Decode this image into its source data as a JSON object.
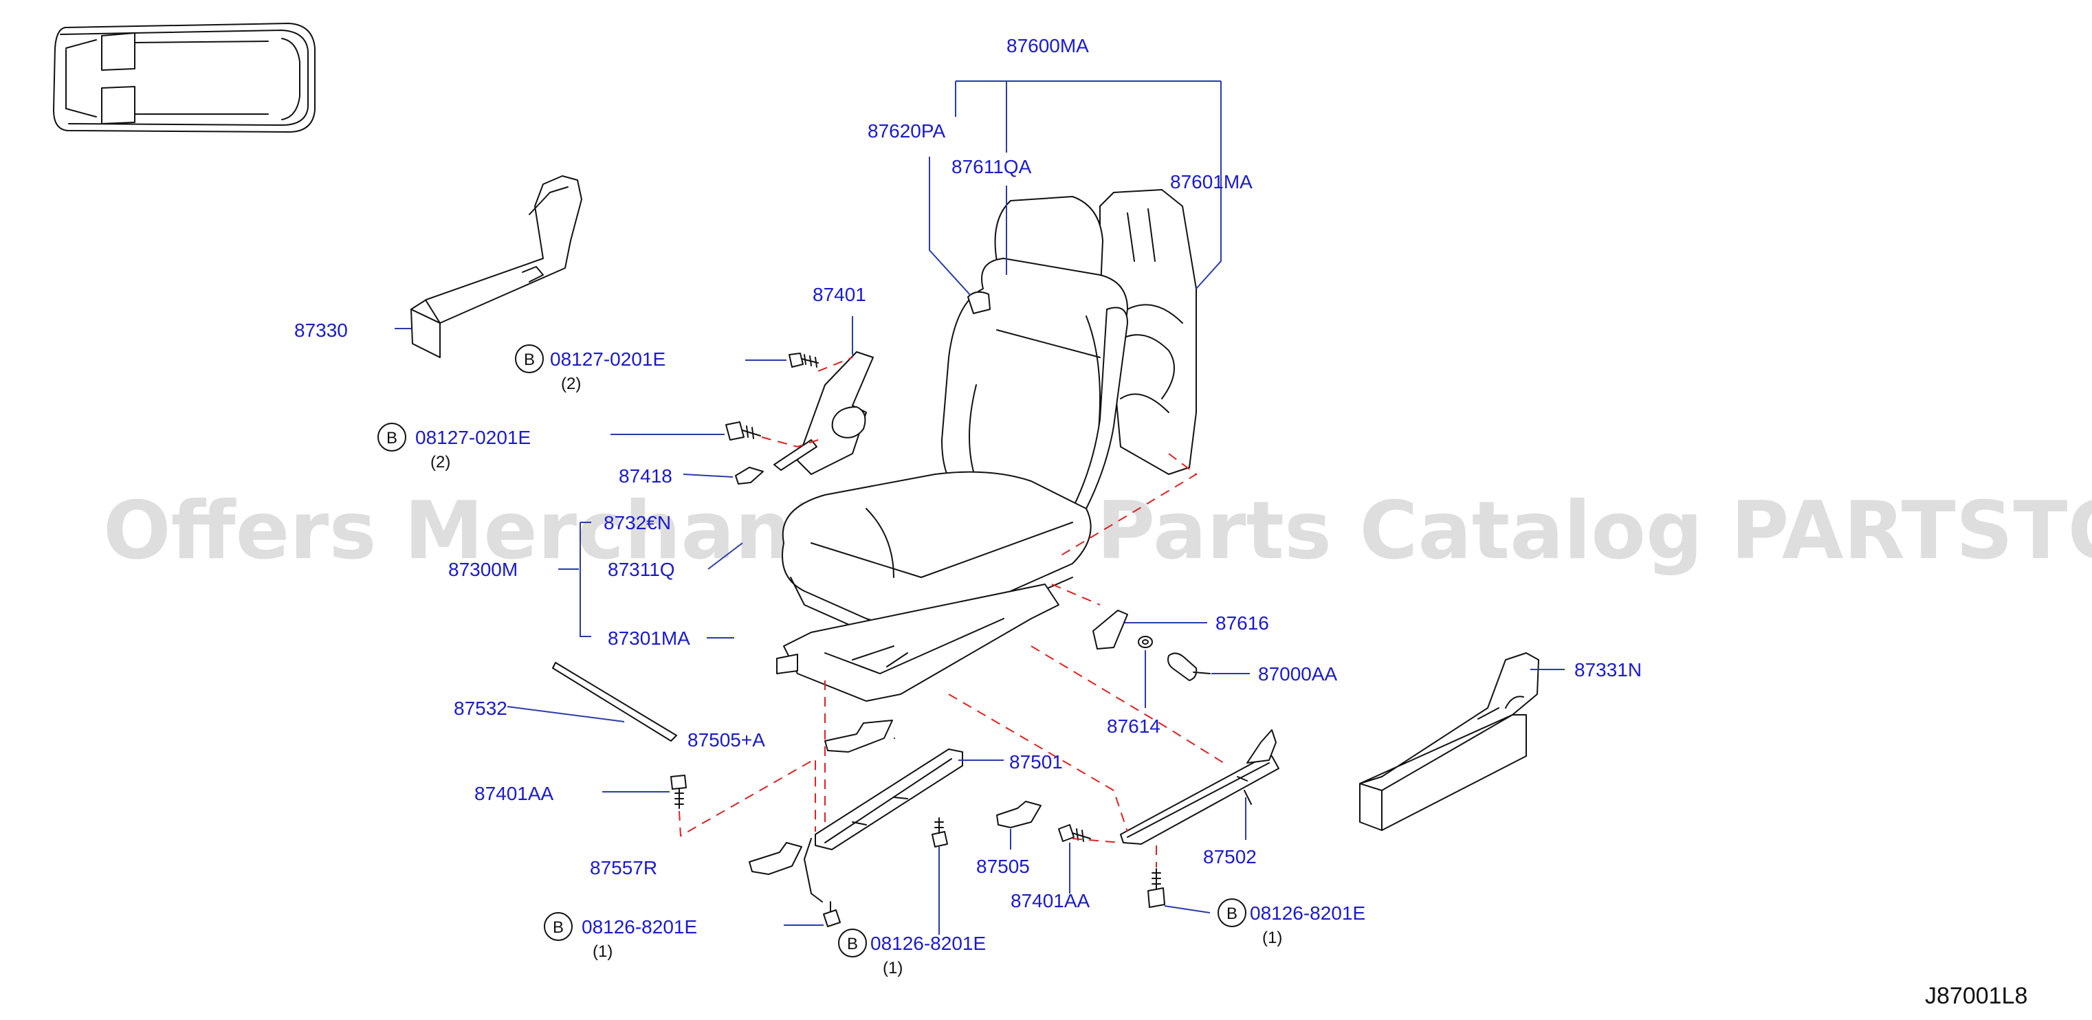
{
  "diagram_code": "J87001L8",
  "watermark": "Offers Merchant Auto Parts Catalog PARTSTORE.SA",
  "bolt_marker": "B",
  "colors": {
    "label": "#1a1acc",
    "leader": "#2a3aa8",
    "dash": "#e02020",
    "line": "#111111"
  },
  "labels": {
    "p87600MA": "87600MA",
    "p87620PA": "87620PA",
    "p87611QA": "87611QA",
    "p87601MA": "87601MA",
    "p87330": "87330",
    "p87401": "87401",
    "b1": "08127-0201E",
    "b1_qty": "(2)",
    "b2": "08127-0201E",
    "b2_qty": "(2)",
    "p87418": "87418",
    "p8732xN": "8732€N",
    "p87300M": "87300M",
    "p87311Q": "87311Q",
    "p87301MA": "87301MA",
    "p87616": "87616",
    "p87000AA": "87000AA",
    "p87614": "87614",
    "p87331N": "87331N",
    "p87532": "87532",
    "p87505A": "87505+A",
    "p87501": "87501",
    "p87401AA_l": "87401AA",
    "p87557R": "87557R",
    "p87505": "87505",
    "p87401AA_r": "87401AA",
    "p87502": "87502",
    "b3": "08126-8201E",
    "b3_qty": "(1)",
    "b4": "08126-8201E",
    "b4_qty": "(1)",
    "b5": "08126-8201E",
    "b5_qty": "(1)"
  }
}
